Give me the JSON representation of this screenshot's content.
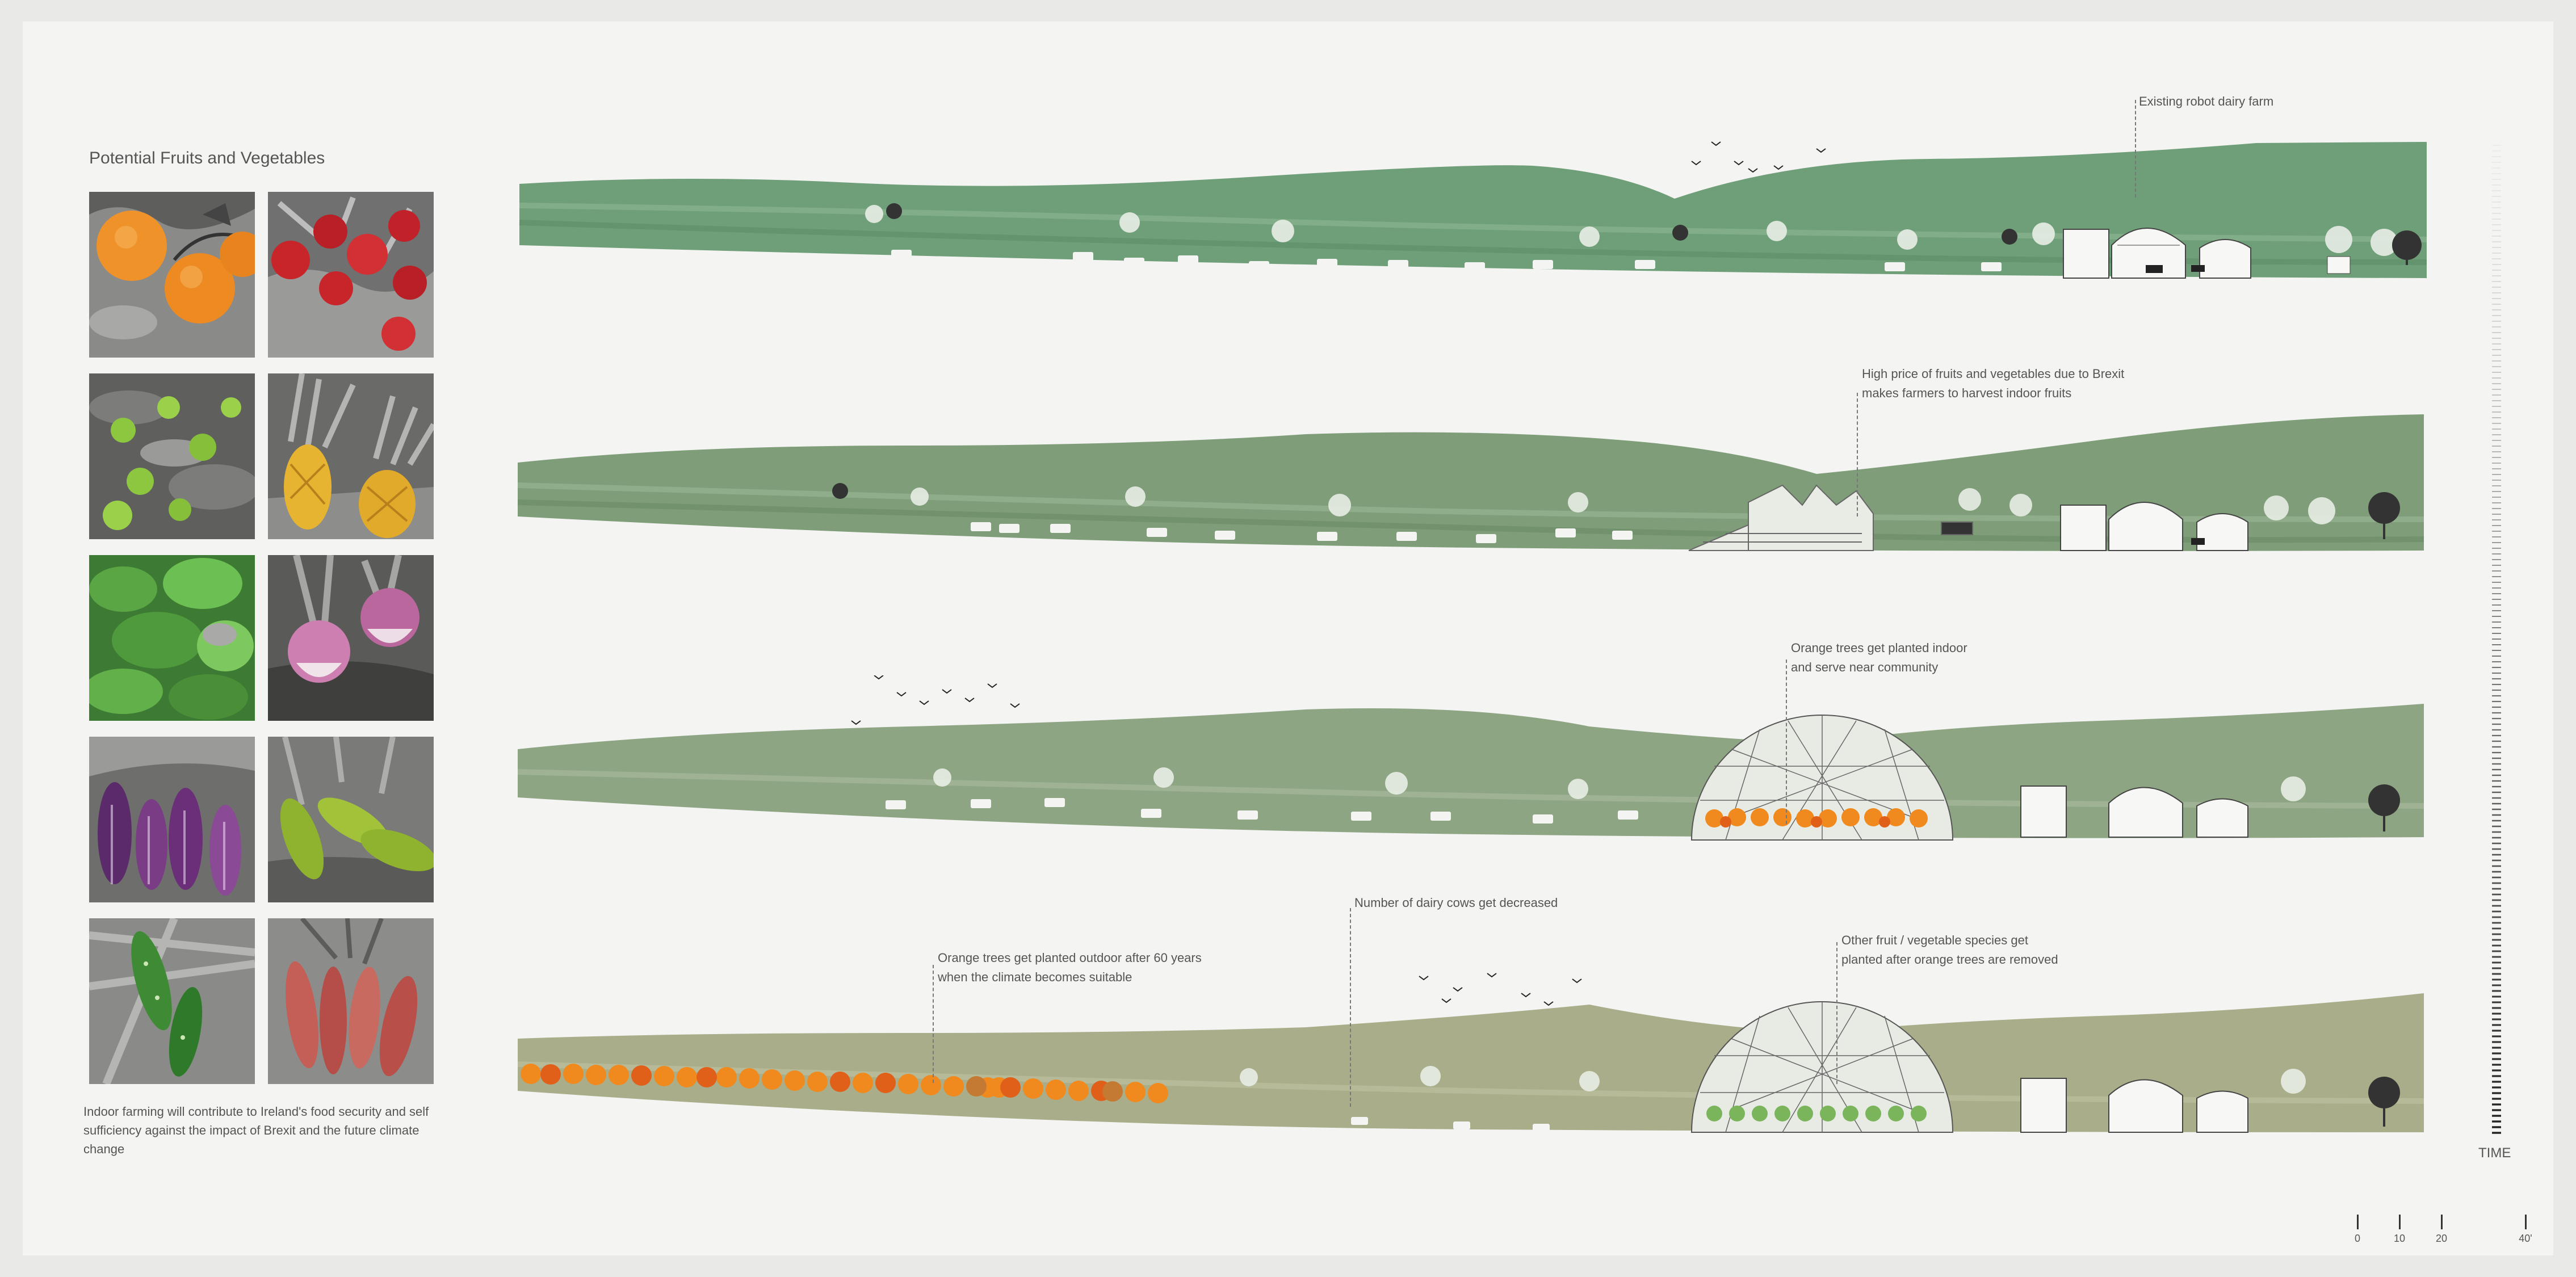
{
  "sidebar": {
    "title": "Potential Fruits and Vegetables",
    "photos": [
      {
        "subject": "oranges"
      },
      {
        "subject": "pomegranates"
      },
      {
        "subject": "limes"
      },
      {
        "subject": "pineapples"
      },
      {
        "subject": "basil"
      },
      {
        "subject": "turnips"
      },
      {
        "subject": "aubergines"
      },
      {
        "subject": "cucumbers"
      },
      {
        "subject": "gherkins"
      },
      {
        "subject": "sweet potatoes"
      }
    ],
    "caption": "Indoor farming will contribute to Ireland's food security and self sufficiency against the impact of Brexit and the future climate change"
  },
  "sections": [
    {
      "id": "stage-1",
      "color": "#6f9f78",
      "annotations": [
        {
          "lines": [
            "Existing robot dairy farm"
          ]
        }
      ]
    },
    {
      "id": "stage-2",
      "color": "#7e9d78",
      "annotations": [
        {
          "lines": [
            "High price of fruits and vegetables due to Brexit",
            "makes farmers to harvest indoor fruits"
          ]
        }
      ]
    },
    {
      "id": "stage-3",
      "color": "#8ea584",
      "annotations": [
        {
          "lines": [
            "Orange trees get planted indoor",
            "and serve near community"
          ]
        }
      ]
    },
    {
      "id": "stage-4",
      "color": "#a9ad89",
      "annotations": [
        {
          "lines": [
            "Number of dairy cows get decreased"
          ]
        },
        {
          "lines": [
            "Orange trees get planted outdoor after 60 years",
            "when the climate becomes suitable"
          ]
        },
        {
          "lines": [
            "Other fruit / vegetable species get",
            "planted after orange trees are removed"
          ]
        }
      ]
    }
  ],
  "time_axis": {
    "label": "TIME"
  },
  "scale_bar": {
    "labels": [
      "0",
      "10",
      "20",
      "40'"
    ]
  },
  "colors": {
    "orange_tree": "#f08a1e",
    "orange_tree_dark": "#e0601a",
    "grass": "#6f9f78",
    "background": "#f4f4f2"
  }
}
